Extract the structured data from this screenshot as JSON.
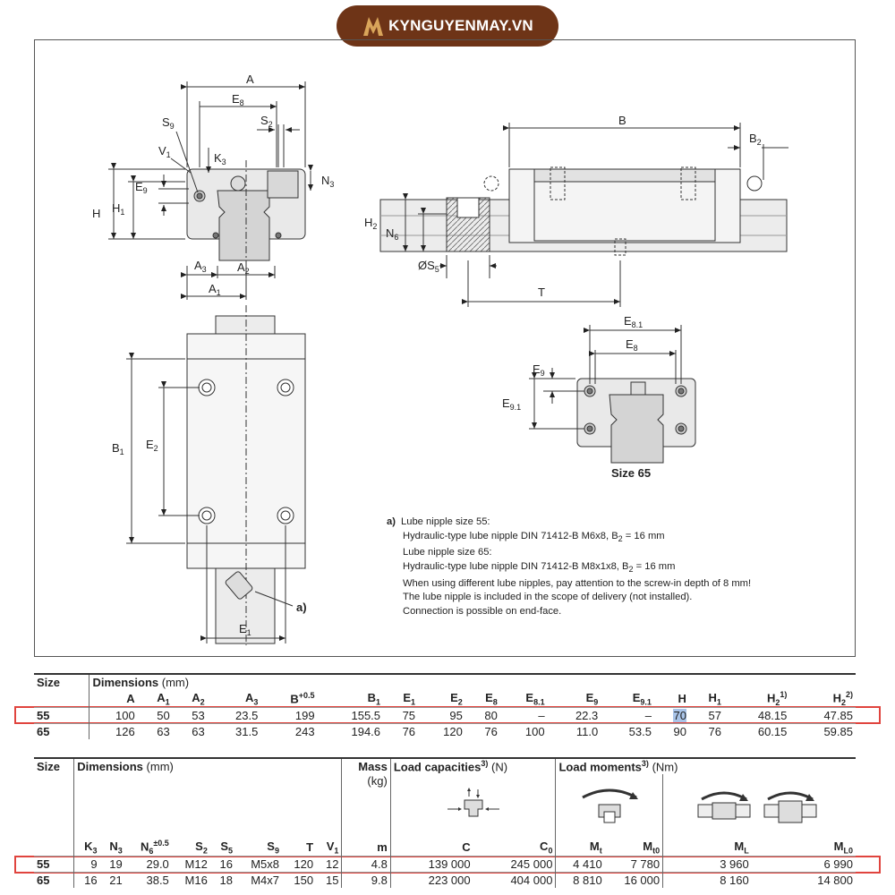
{
  "logo": {
    "text": "KYNGUYENMAY.VN"
  },
  "drawing": {
    "labels": {
      "A": "A",
      "E8": "E",
      "E8s": "8",
      "S9": "S",
      "S9s": "9",
      "S2": "S",
      "S2s": "2",
      "V1": "V",
      "V1s": "1",
      "K3": "K",
      "K3s": "3",
      "N3": "N",
      "N3s": "3",
      "E9": "E",
      "E9s": "9",
      "H": "H",
      "H1": "H",
      "H1s": "1",
      "A3": "A",
      "A3s": "3",
      "A2": "A",
      "A2s": "2",
      "A1": "A",
      "A1s": "1",
      "B": "B",
      "B2": "B",
      "B2s": "2",
      "H2": "H",
      "H2s": "2",
      "N6": "N",
      "N6s": "6",
      "S5": "ØS",
      "S5s": "5",
      "T": "T",
      "E81": "E",
      "E81s": "8.1",
      "E8b": "E",
      "E8bs": "8",
      "E9b": "E",
      "E9bs": "9",
      "E91": "E",
      "E91s": "9.1",
      "size65": "Size 65",
      "B1": "B",
      "B1s": "1",
      "E2": "E",
      "E2s": "2",
      "E1": "E",
      "E1s": "1",
      "a": "a)"
    }
  },
  "note": {
    "label": "a)",
    "lines": [
      "Lube nipple size 55:",
      "Hydraulic-type lube nipple DIN 71412-B M6x8, B",
      "Lube nipple size 65:",
      "Hydraulic-type lube nipple DIN 71412-B M8x1x8, B",
      "When using different lube nipples, pay attention to the screw-in depth of 8 mm!",
      "The lube nipple is included in the scope of delivery (not installed).",
      "Connection is possible on end-face."
    ],
    "b2sub": "2",
    "b2val": " = 16 mm"
  },
  "table1": {
    "size_header": "Size",
    "dims_header": "Dimensions",
    "dims_unit": "(mm)",
    "cols": [
      {
        "m": "A",
        "s": ""
      },
      {
        "m": "A",
        "s": "1"
      },
      {
        "m": "A",
        "s": "2"
      },
      {
        "m": "A",
        "s": "3"
      },
      {
        "m": "B",
        "sup": "+0.5"
      },
      {
        "m": "B",
        "s": "1"
      },
      {
        "m": "E",
        "s": "1"
      },
      {
        "m": "E",
        "s": "2"
      },
      {
        "m": "E",
        "s": "8"
      },
      {
        "m": "E",
        "s": "8.1"
      },
      {
        "m": "E",
        "s": "9"
      },
      {
        "m": "E",
        "s": "9.1"
      },
      {
        "m": "H",
        "s": ""
      },
      {
        "m": "H",
        "s": "1"
      },
      {
        "m": "H",
        "s": "2",
        "sup": "1)"
      },
      {
        "m": "H",
        "s": "2",
        "sup": "2)"
      }
    ],
    "rows": [
      {
        "size": "55",
        "vals": [
          "100",
          "50",
          "53",
          "23.5",
          "199",
          "155.5",
          "75",
          "95",
          "80",
          "–",
          "22.3",
          "–",
          "70",
          "57",
          "48.15",
          "47.85"
        ]
      },
      {
        "size": "65",
        "vals": [
          "126",
          "63",
          "63",
          "31.5",
          "243",
          "194.6",
          "76",
          "120",
          "76",
          "100",
          "11.0",
          "53.5",
          "90",
          "76",
          "60.15",
          "59.85"
        ]
      }
    ]
  },
  "table2": {
    "size_header": "Size",
    "dims_header": "Dimensions",
    "dims_unit": "(mm)",
    "mass_header": "Mass",
    "mass_unit": "(kg)",
    "load_cap": "Load capacities",
    "load_cap_sup": "3)",
    "load_cap_unit": "(N)",
    "load_mom": "Load moments",
    "load_mom_sup": "3)",
    "load_mom_unit": "(Nm)",
    "cols": [
      {
        "m": "K",
        "s": "3"
      },
      {
        "m": "N",
        "s": "3"
      },
      {
        "m": "N",
        "s": "6",
        "sup": "±0.5"
      },
      {
        "m": "S",
        "s": "2"
      },
      {
        "m": "S",
        "s": "5"
      },
      {
        "m": "S",
        "s": "9"
      },
      {
        "m": "T",
        "s": ""
      },
      {
        "m": "V",
        "s": "1"
      },
      {
        "m": "m",
        "s": ""
      },
      {
        "m": "C",
        "s": ""
      },
      {
        "m": "C",
        "s": "0"
      },
      {
        "m": "M",
        "s": "t"
      },
      {
        "m": "M",
        "s": "t0"
      },
      {
        "m": "M",
        "s": "L"
      },
      {
        "m": "M",
        "s": "L0"
      }
    ],
    "rows": [
      {
        "size": "55",
        "vals": [
          "9",
          "19",
          "29.0",
          "M12",
          "16",
          "M5x8",
          "120",
          "12",
          "4.8",
          "139 000",
          "245 000",
          "4 410",
          "7 780",
          "3 960",
          "6 990"
        ]
      },
      {
        "size": "65",
        "vals": [
          "16",
          "21",
          "38.5",
          "M16",
          "18",
          "M4x7",
          "150",
          "15",
          "9.8",
          "223 000",
          "404 000",
          "8 810",
          "16 000",
          "8 160",
          "14 800"
        ]
      }
    ]
  }
}
